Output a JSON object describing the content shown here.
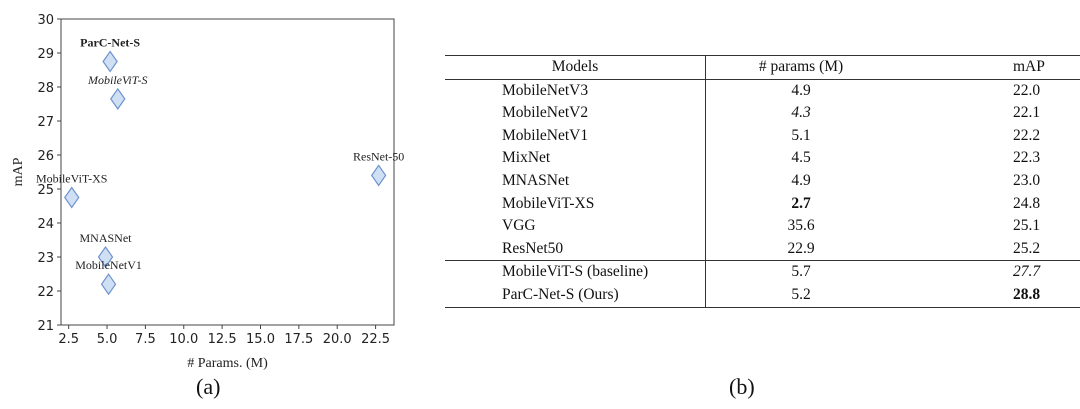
{
  "chart_data": {
    "type": "scatter",
    "title": "",
    "xlabel": "# Params. (M)",
    "ylabel": "mAP",
    "xlim": [
      2.0,
      23.7
    ],
    "ylim": [
      21,
      30
    ],
    "xticks": [
      "2.5",
      "5.0",
      "7.5",
      "10.0",
      "12.5",
      "15.0",
      "17.5",
      "20.0",
      "22.5"
    ],
    "yticks": [
      "21",
      "22",
      "23",
      "24",
      "25",
      "26",
      "27",
      "28",
      "29",
      "30"
    ],
    "grid": false,
    "marker": "diamond",
    "marker_color": "#cfe0f5",
    "marker_edge": "#6f93cc",
    "points": [
      {
        "label": "ParC-Net-S",
        "x": 5.2,
        "y": 28.75,
        "style": "bold"
      },
      {
        "label": "MobileViT-S",
        "x": 5.7,
        "y": 27.65,
        "style": "italic"
      },
      {
        "label": "ResNet-50",
        "x": 22.7,
        "y": 25.4,
        "style": "normal"
      },
      {
        "label": "MobileViT-XS",
        "x": 2.7,
        "y": 24.75,
        "style": "normal"
      },
      {
        "label": "MNASNet",
        "x": 4.9,
        "y": 23.0,
        "style": "normal"
      },
      {
        "label": "MobileNetV1",
        "x": 5.1,
        "y": 22.2,
        "style": "normal"
      }
    ]
  },
  "captions": {
    "a": "(a)",
    "b": "(b)"
  },
  "table": {
    "headers": [
      "Models",
      "# params (M)",
      "mAP"
    ],
    "rows": [
      {
        "model": "MobileNetV3",
        "params": "4.9",
        "map": "22.0"
      },
      {
        "model": "MobileNetV2",
        "params": "4.3",
        "map": "22.1",
        "params_style": "italic"
      },
      {
        "model": "MobileNetV1",
        "params": "5.1",
        "map": "22.2"
      },
      {
        "model": "MixNet",
        "params": "4.5",
        "map": "22.3"
      },
      {
        "model": "MNASNet",
        "params": "4.9",
        "map": "23.0"
      },
      {
        "model": "MobileViT-XS",
        "params": "2.7",
        "map": "24.8",
        "params_style": "bold"
      },
      {
        "model": "VGG",
        "params": "35.6",
        "map": "25.1"
      },
      {
        "model": "ResNet50",
        "params": "22.9",
        "map": "25.2"
      },
      {
        "model": "MobileViT-S (baseline)",
        "params": "5.7",
        "map": "27.7",
        "map_style": "italic"
      },
      {
        "model": "ParC-Net-S (Ours)",
        "params": "5.2",
        "map": "28.8",
        "map_style": "bold"
      }
    ]
  }
}
